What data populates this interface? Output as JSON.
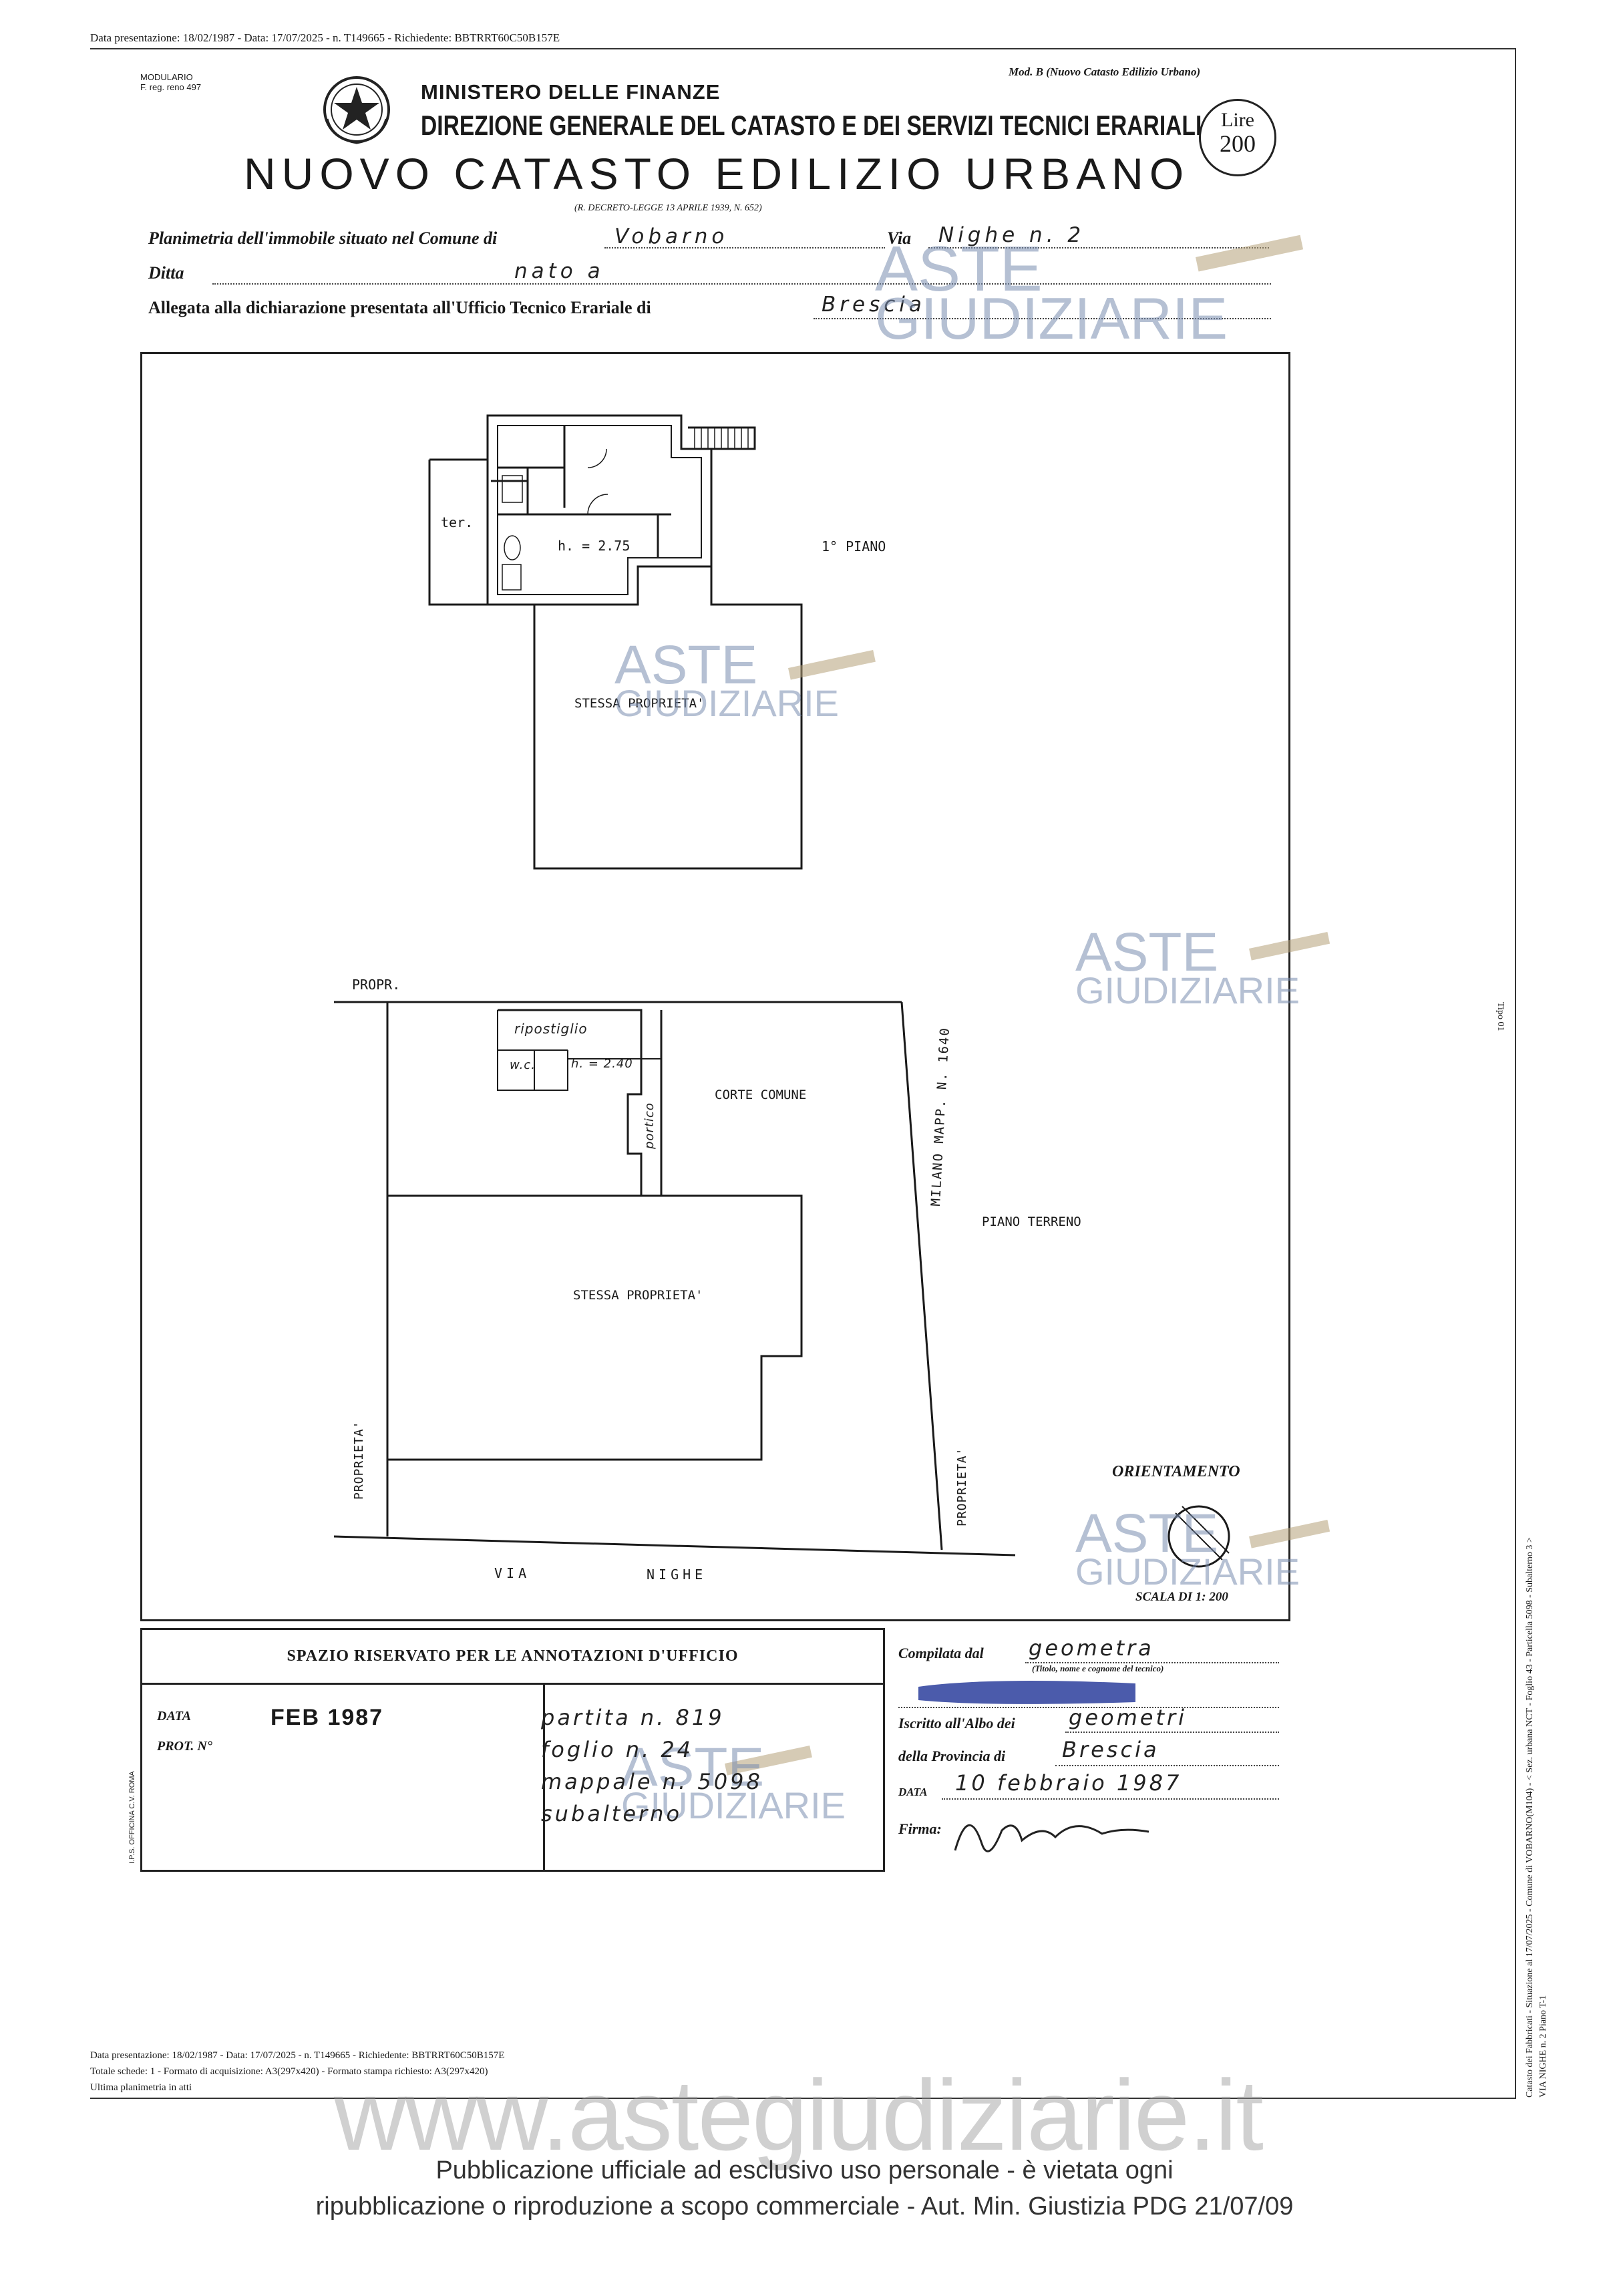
{
  "header_meta": {
    "top_line": "Data presentazione: 18/02/1987 - Data: 17/07/2025 - n. T149665 - Richiedente: BBTRRT60C50B157E",
    "modulario": "MODULARIO",
    "modulario_code": "F. reg. reno 497",
    "model": "Mod. B (Nuovo Catasto Edilizio Urbano)",
    "ministry": "MINISTERO DELLE FINANZE",
    "direction": "DIREZIONE GENERALE DEL CATASTO E DEI SERVIZI TECNICI ERARIALI",
    "stamp_lire": "Lire",
    "stamp_value": "200",
    "title": "NUOVO CATASTO EDILIZIO URBANO",
    "decree": "(R. DECRETO-LEGGE 13 APRILE 1939, N. 652)"
  },
  "form": {
    "planimetria_label": "Planimetria dell'immobile situato nel Comune di",
    "comune": "Vobarno",
    "via_label": "Via",
    "via": "Nighe n. 2",
    "ditta_label": "Ditta",
    "ditta": "nato a",
    "allegata_label": "Allegata alla dichiarazione presentata all'Ufficio Tecnico Erariale di",
    "ufficio": "Brescia"
  },
  "plan": {
    "upper": {
      "ter": "ter.",
      "height": "h. = 2.75",
      "floor": "1° PIANO",
      "stessa": "STESSA PROPRIETA'"
    },
    "lower": {
      "propr": "PROPR.",
      "ripostiglio": "ripostiglio",
      "wc": "w.c.",
      "height": "h. = 2.40",
      "portico": "portico",
      "corte": "CORTE COMUNE",
      "milano": "MILANO MAPP. N. 1640",
      "floor": "PIANO TERRENO",
      "stessa": "STESSA PROPRIETA'",
      "proprieta_left": "PROPRIETA'",
      "proprieta_right": "PROPRIETA'",
      "via": "VIA",
      "nighe": "NIGHE"
    },
    "orientamento": "ORIENTAMENTO",
    "scala": "SCALA DI 1: 200"
  },
  "watermarks": {
    "aste": "ASTE",
    "giudiziarie": "GIUDIZIARIE",
    "site": "www.astegiudiziarie.it"
  },
  "office": {
    "heading": "SPAZIO RISERVATO PER LE ANNOTAZIONI D'UFFICIO",
    "data_label": "DATA",
    "data_value": "FEB 1987",
    "prot_label": "PROT. N°",
    "partita": "partita n. 819",
    "foglio": "foglio n. 24",
    "mappale": "mappale n. 5098",
    "subalterno": "subalterno",
    "printer": "I.P.S. OFFICINA C.V. ROMA"
  },
  "signature": {
    "compilata_label": "Compilata dal",
    "compilata_value": "geometra",
    "compilata_hint": "(Titolo, nome e cognome del tecnico)",
    "iscritto_label": "Iscritto all'Albo dei",
    "iscritto_value": "geometri",
    "provincia_label": "della Provincia di",
    "provincia_value": "Brescia",
    "data_label": "DATA",
    "data_value": "10 febbraio 1987",
    "firma_label": "Firma:"
  },
  "footer_meta": {
    "line1": "Data presentazione: 18/02/1987 - Data: 17/07/2025 - n. T149665 - Richiedente: BBTRRT60C50B157E",
    "line2": "Totale schede: 1 - Formato di acquisizione: A3(297x420) - Formato stampa richiesto: A3(297x420)",
    "line3": "Ultima planimetria in atti"
  },
  "side_meta": {
    "line1": "Catasto dei Fabbricati - Situazione al 17/07/2025 - Comune di VOBARNO(M104) - < Sez. urbana NCT - Foglio 43 - Particella 5098 - Subalterno 3 >",
    "line2": "VIA NIGHE n. 2 Piano T-1",
    "tag": "Tipo 01"
  },
  "disclaimer": {
    "line1": "Pubblicazione ufficiale ad esclusivo uso personale - è vietata ogni",
    "line2": "ripubblicazione o riproduzione a scopo commerciale - Aut. Min. Giustizia PDG 21/07/09"
  }
}
